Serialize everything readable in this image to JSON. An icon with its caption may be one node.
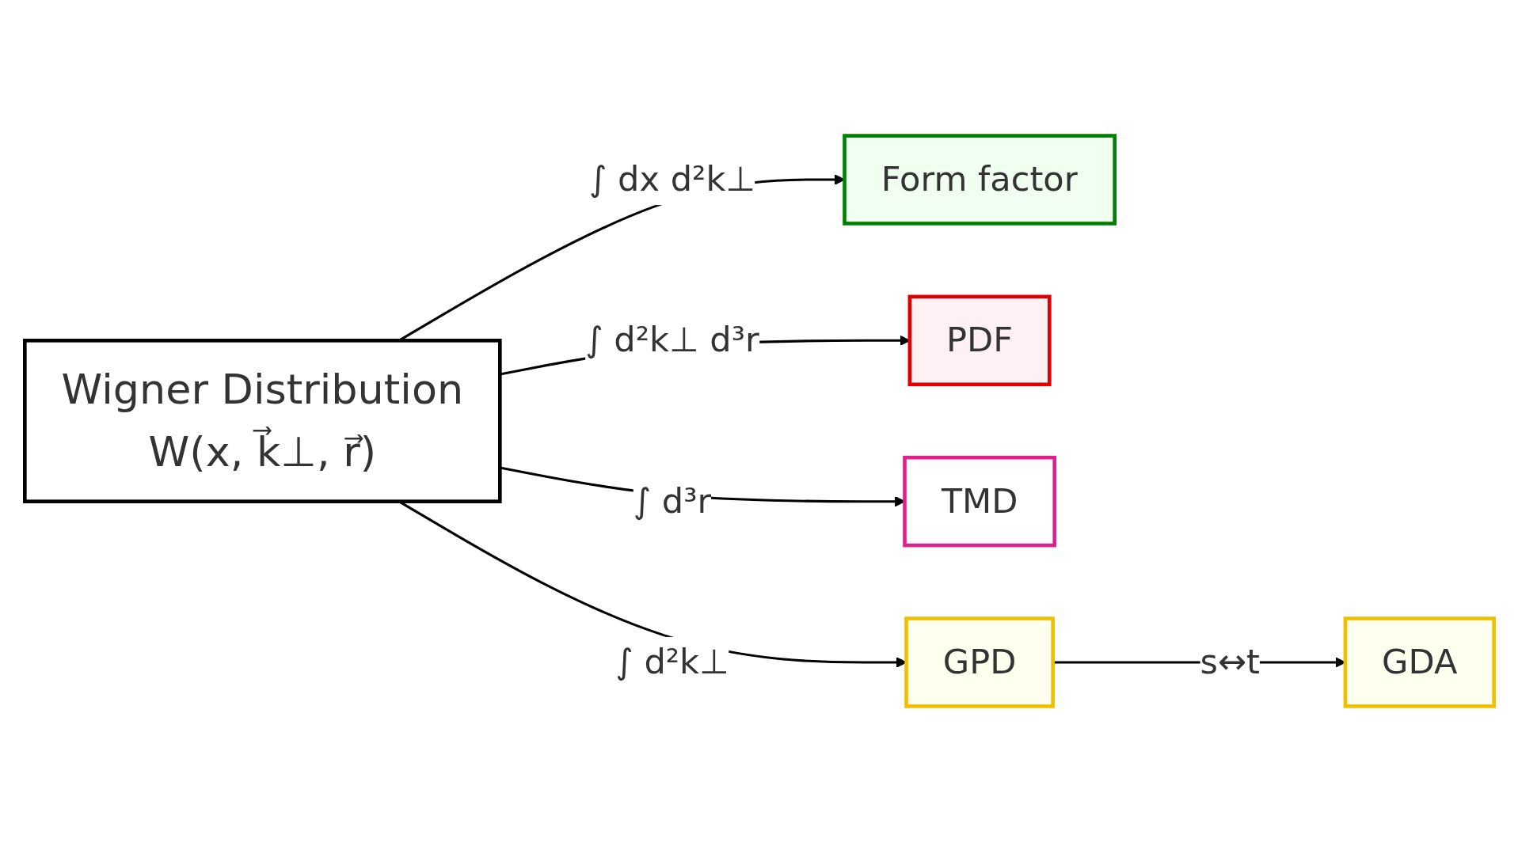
{
  "diagram": {
    "nodes": [
      {
        "text": [
          "Wigner Distribution",
          "W(x, k⃗⊥, r⃗)"
        ]
      },
      {
        "text": [
          "Form factor"
        ]
      },
      {
        "text": [
          "PDF"
        ]
      },
      {
        "text": [
          "TMD"
        ]
      },
      {
        "text": [
          "GPD"
        ]
      },
      {
        "text": [
          "GDA"
        ]
      }
    ],
    "edges": [
      {
        "from": 0,
        "to": 1,
        "arrow": "to",
        "label": "∫ dx d²k⊥"
      },
      {
        "from": 0,
        "to": 2,
        "arrow": "to",
        "label": "∫ d²k⊥ d³r"
      },
      {
        "from": 0,
        "to": 3,
        "arrow": "to",
        "label": "∫ d³r"
      },
      {
        "from": 0,
        "to": 4,
        "arrow": "to",
        "label": "∫ d²k⊥"
      },
      {
        "from": 4,
        "to": 5,
        "arrow": "to",
        "label": "s↔t"
      }
    ]
  }
}
